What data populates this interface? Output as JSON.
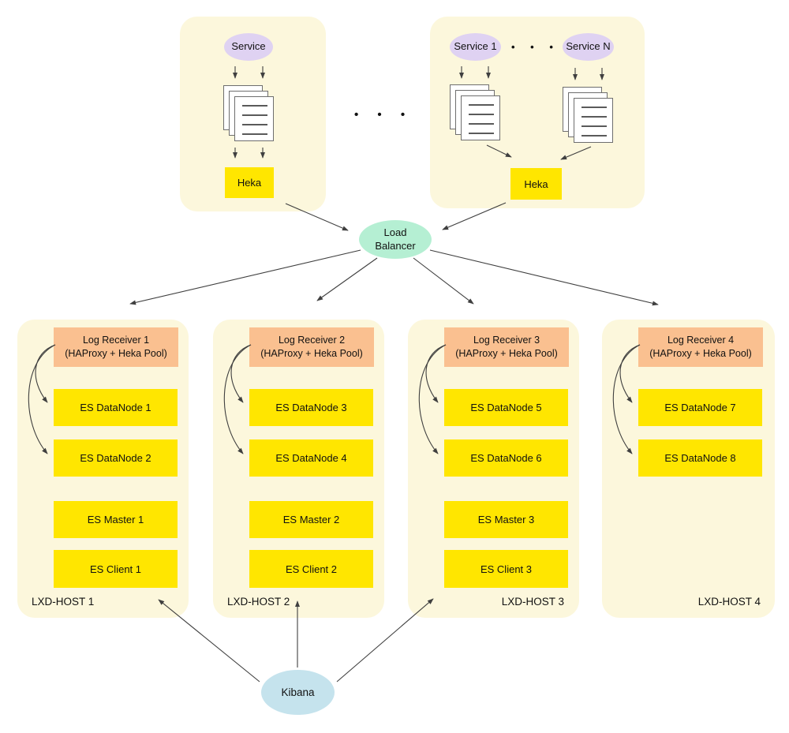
{
  "colors": {
    "group_bg": "#FCF7DC",
    "service_fill": "#DFD2F2",
    "node_yellow": "#FFE600",
    "receiver_orange": "#FAC090",
    "load_balancer_fill": "#B5EFD3",
    "kibana_fill": "#C5E3ED",
    "arrow": "#3f3f3f"
  },
  "separator_dots": "• • •",
  "top_groups": {
    "single": {
      "service_label": "Service",
      "heka_label": "Heka"
    },
    "multi": {
      "service_first_label": "Service 1",
      "mid_dots": "• • •",
      "service_last_label": "Service N",
      "heka_label": "Heka"
    }
  },
  "load_balancer": {
    "line1": "Load",
    "line2": "Balancer"
  },
  "kibana_label": "Kibana",
  "hosts": [
    {
      "receiver_title": "Log Receiver 1",
      "receiver_subtitle": "(HAProxy + Heka Pool)",
      "datanode_top": "ES DataNode 1",
      "datanode_bottom": "ES DataNode 2",
      "master": "ES Master 1",
      "client": "ES Client 1",
      "host_label": "LXD-HOST 1"
    },
    {
      "receiver_title": "Log Receiver 2",
      "receiver_subtitle": "(HAProxy + Heka Pool)",
      "datanode_top": "ES DataNode 3",
      "datanode_bottom": "ES DataNode 4",
      "master": "ES Master 2",
      "client": "ES Client 2",
      "host_label": "LXD-HOST 2"
    },
    {
      "receiver_title": "Log Receiver 3",
      "receiver_subtitle": "(HAProxy + Heka Pool)",
      "datanode_top": "ES DataNode 5",
      "datanode_bottom": "ES DataNode 6",
      "master": "ES Master 3",
      "client": "ES Client 3",
      "host_label": "LXD-HOST 3"
    },
    {
      "receiver_title": "Log Receiver 4",
      "receiver_subtitle": "(HAProxy + Heka Pool)",
      "datanode_top": "ES DataNode 7",
      "datanode_bottom": "ES DataNode 8",
      "host_label": "LXD-HOST 4"
    }
  ]
}
